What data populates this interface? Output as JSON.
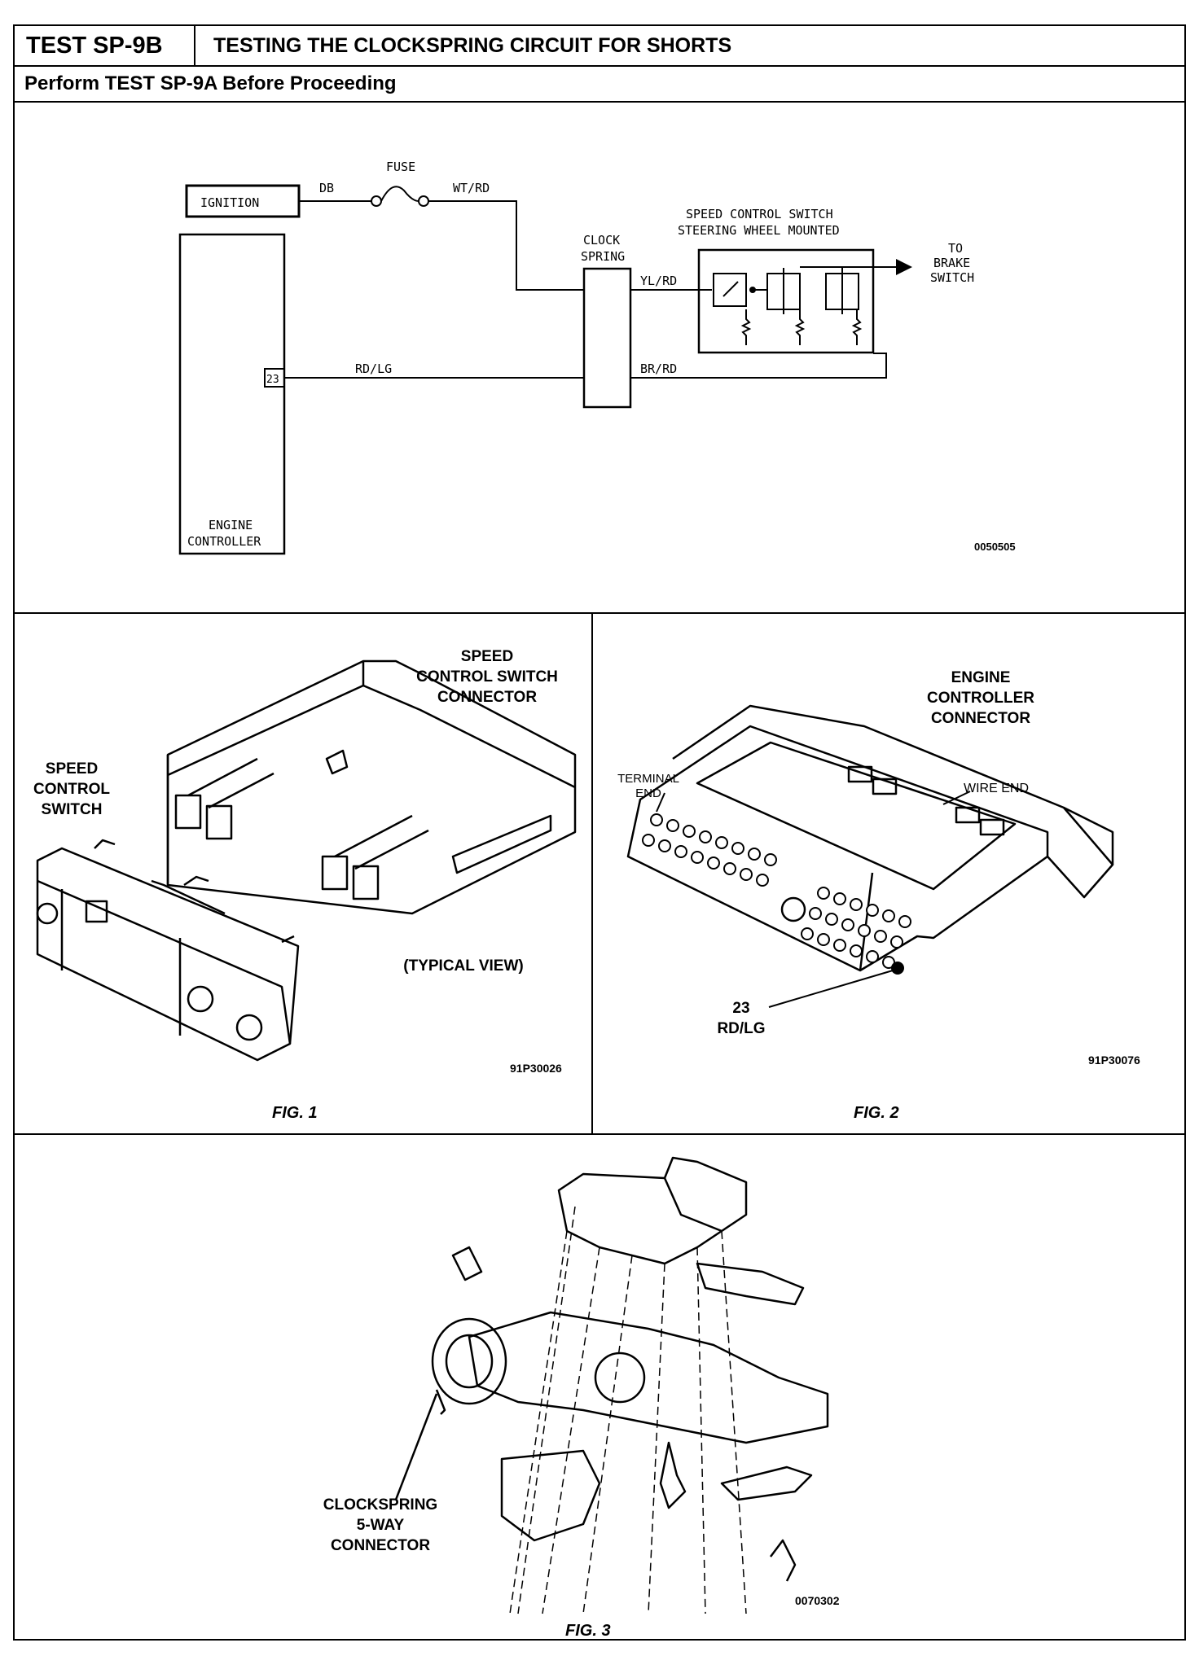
{
  "header": {
    "test_id": "TEST SP-9B",
    "title": "TESTING THE CLOCKSPRING CIRCUIT FOR SHORTS",
    "subtitle": "Perform TEST SP-9A Before Proceeding"
  },
  "schematic": {
    "ignition": "IGNITION",
    "wire_db": "DB",
    "fuse": "FUSE",
    "wire_wtrd": "WT/RD",
    "clockspring_l1": "CLOCK",
    "clockspring_l2": "SPRING",
    "wire_ylrd": "YL/RD",
    "wire_brrd": "BR/RD",
    "wire_rdlg": "RD/LG",
    "pin": "23",
    "switch_l1": "SPEED CONTROL SWITCH",
    "switch_l2": "STEERING WHEEL MOUNTED",
    "brake_l1": "TO",
    "brake_l2": "BRAKE",
    "brake_l3": "SWITCH",
    "ecm_l1": "ENGINE",
    "ecm_l2": "CONTROLLER",
    "code": "0050505"
  },
  "fig1": {
    "connector_label": "SPEED\nCONTROL SWITCH\nCONNECTOR",
    "switch_label": "SPEED\nCONTROL\nSWITCH",
    "view_label": "(TYPICAL VIEW)",
    "code": "91P30026",
    "caption": "FIG. 1"
  },
  "fig2": {
    "connector_label": "ENGINE\nCONTROLLER\nCONNECTOR",
    "terminal_label": "TERMINAL\nEND",
    "wire_end_label": "WIRE END",
    "pin_label": "23\nRD/LG",
    "code": "91P30076",
    "caption": "FIG. 2"
  },
  "fig3": {
    "connector_label": "CLOCKSPRING\n5-WAY\nCONNECTOR",
    "code": "0070302",
    "caption": "FIG. 3"
  }
}
